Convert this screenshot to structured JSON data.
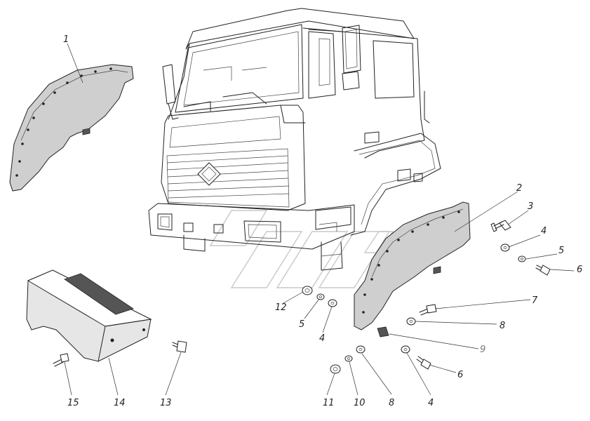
{
  "callouts": [
    {
      "id": "c1",
      "text": "1"
    },
    {
      "id": "c2",
      "text": "2"
    },
    {
      "id": "c3",
      "text": "3"
    },
    {
      "id": "c4a",
      "text": "4"
    },
    {
      "id": "c5a",
      "text": "5"
    },
    {
      "id": "c6a",
      "text": "6"
    },
    {
      "id": "c7",
      "text": "7"
    },
    {
      "id": "c8a",
      "text": "8"
    },
    {
      "id": "c9",
      "text": "9"
    },
    {
      "id": "c12",
      "text": "12"
    },
    {
      "id": "c5b",
      "text": "5"
    },
    {
      "id": "c4b",
      "text": "4"
    },
    {
      "id": "c6b",
      "text": "6"
    },
    {
      "id": "c4c",
      "text": "4"
    },
    {
      "id": "c8b",
      "text": "8"
    },
    {
      "id": "c10",
      "text": "10"
    },
    {
      "id": "c11",
      "text": "11"
    },
    {
      "id": "c13",
      "text": "13"
    },
    {
      "id": "c14",
      "text": "14"
    },
    {
      "id": "c15",
      "text": "15"
    }
  ]
}
